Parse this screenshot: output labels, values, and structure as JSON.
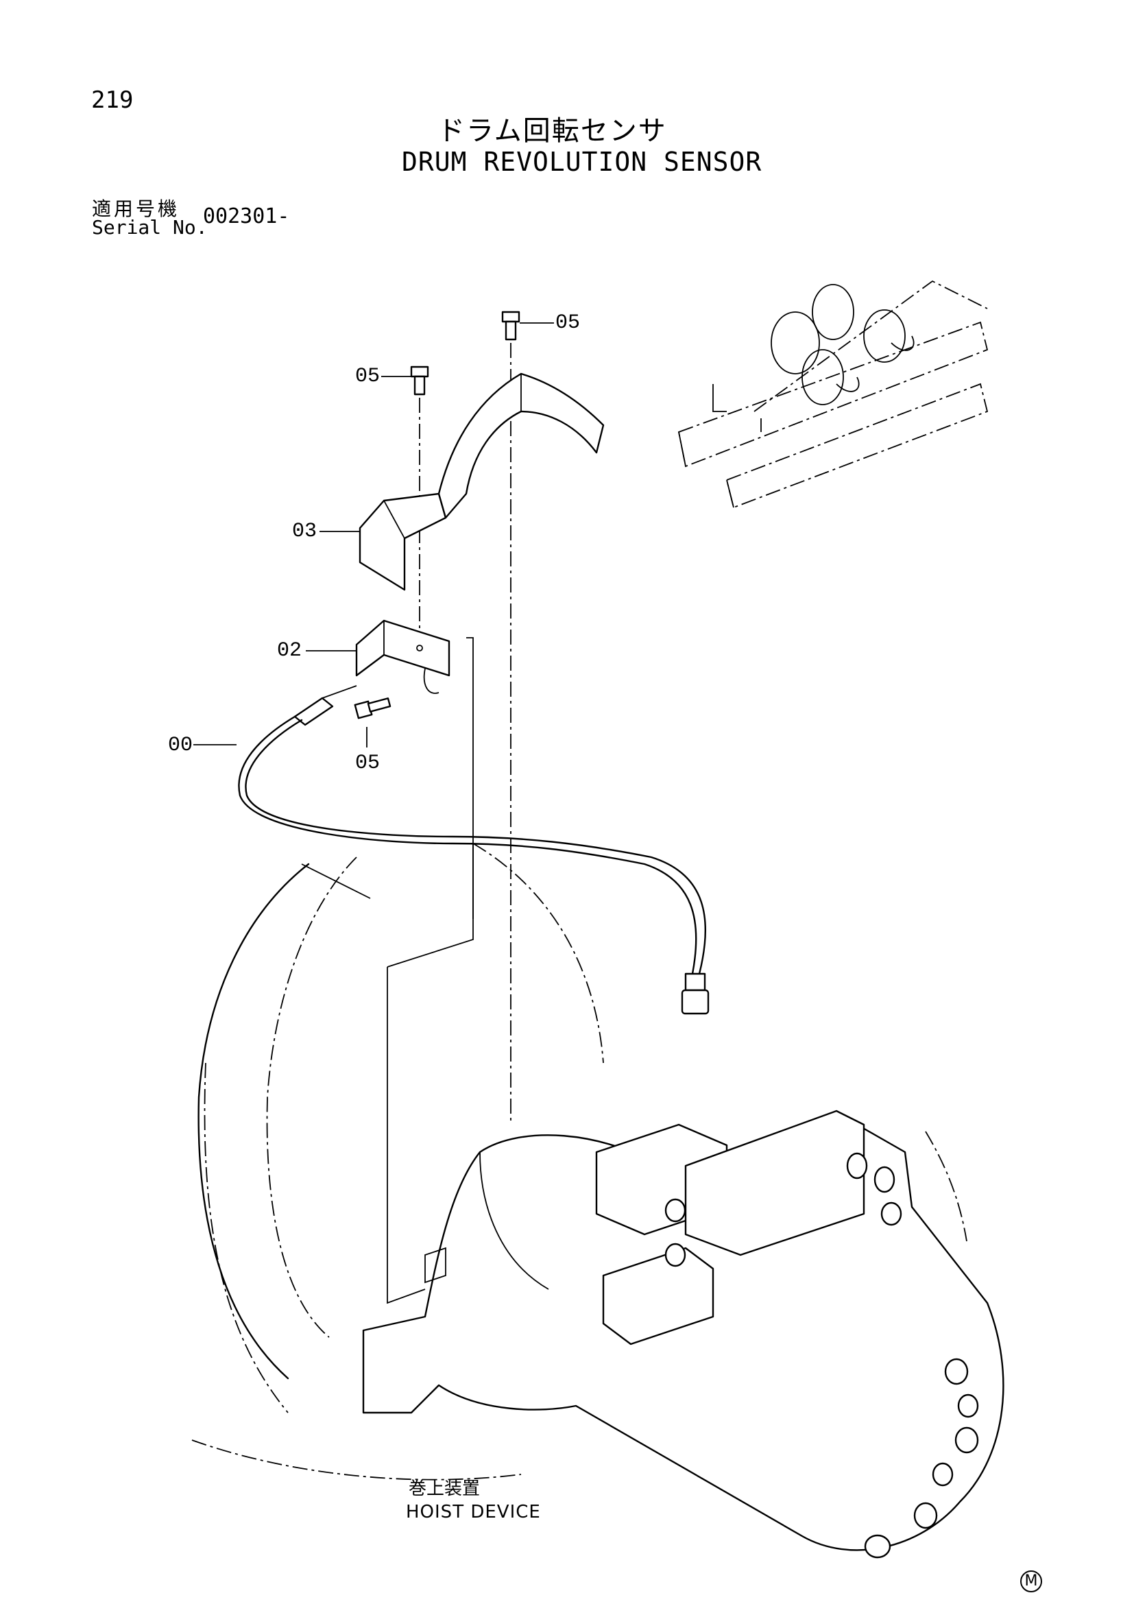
{
  "page_number": "219",
  "title": {
    "japanese": "ドラム回転センサ",
    "english": "DRUM REVOLUTION SENSOR"
  },
  "serial": {
    "label_japanese": "適用号機",
    "label_english": "Serial No.",
    "value": "002301-"
  },
  "callouts": {
    "bolt_top": "05",
    "bolt_upper_left": "05",
    "cover": "03",
    "bracket": "02",
    "sensor": "00",
    "bolt_lower": "05"
  },
  "assembly_label": {
    "japanese": "巻上装置",
    "english": "HOIST DEVICE"
  },
  "corner_mark": "M"
}
